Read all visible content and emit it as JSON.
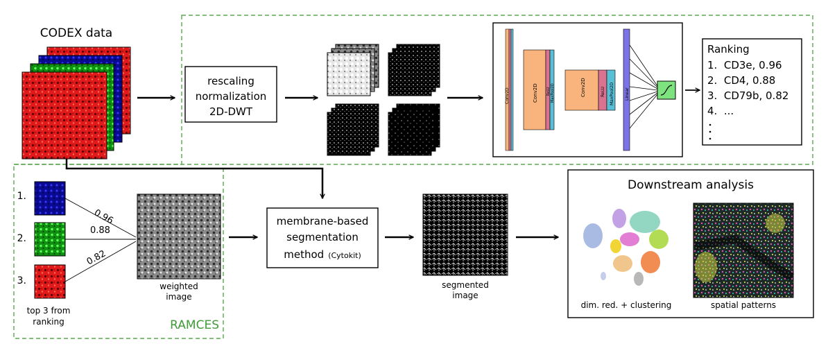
{
  "codex": {
    "title": "CODEX data"
  },
  "preprocess": {
    "lines": [
      "rescaling",
      "normalization",
      "2D-DWT"
    ]
  },
  "cnn": {
    "layers": {
      "conv1": "Conv2D",
      "conv2": "Conv2D",
      "relu1": "ReLU",
      "pool1": "MaxPool2D",
      "conv3": "Conv2D",
      "relu2": "ReLU",
      "pool2": "MaxPool2D",
      "linear": "Linear"
    }
  },
  "ranking": {
    "title": "Ranking",
    "items": [
      "1.  CD3e, 0.96",
      "2.  CD4, 0.88",
      "3.  CD79b, 0.82",
      "4.  ..."
    ]
  },
  "ramces": {
    "label": "RAMCES",
    "channels": [
      {
        "num": "1.",
        "weight": "0.96",
        "color": "#1010d8"
      },
      {
        "num": "2.",
        "weight": "0.88",
        "color": "#18c018"
      },
      {
        "num": "3.",
        "weight": "0.82",
        "color": "#e01010"
      }
    ],
    "top3_line1": "top 3 from",
    "top3_line2": "ranking",
    "weighted_line1": "weighted",
    "weighted_line2": "image"
  },
  "segmentation": {
    "line1": "membrane-based",
    "line2": "segmentation",
    "line3_main": "method",
    "line3_small": "(Cytokit)"
  },
  "segmented": {
    "line1": "segmented",
    "line2": "image"
  },
  "downstream": {
    "title": "Downstream analysis",
    "left_caption": "dim. red. + clustering",
    "right_caption": "spatial patterns"
  },
  "colors": {
    "dashed_green": "#5aa84e",
    "ramces_green": "#3f9b37",
    "conv": "#f8b47c",
    "relu": "#d9738f",
    "pool": "#58bfd6",
    "linear": "#7b73e6",
    "sigmoid_box": "#7ee37e"
  }
}
